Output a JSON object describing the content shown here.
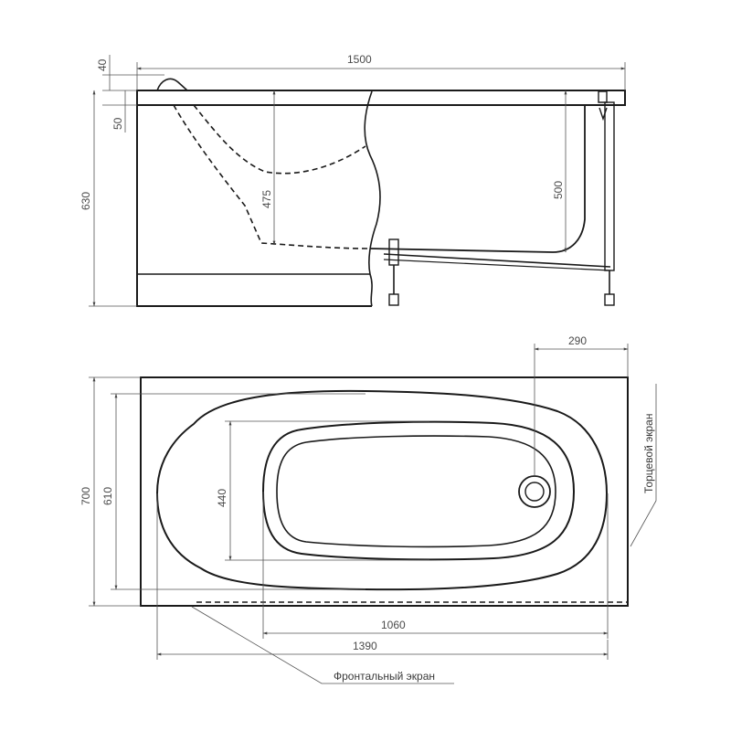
{
  "side_view": {
    "dims": {
      "overall_length": "1500",
      "rim_top": "40",
      "rim_thickness": "50",
      "overall_height": "630",
      "inner_depth_left": "475",
      "inner_depth_right": "500"
    }
  },
  "top_view": {
    "dims": {
      "drain_offset": "290",
      "overall_width": "700",
      "inner_width": "610",
      "bottom_width": "440",
      "bottom_length": "1060",
      "inner_length": "1390"
    },
    "notes": {
      "end_panel": "Торцевой экран",
      "front_panel": "Фронтальный экран"
    }
  }
}
